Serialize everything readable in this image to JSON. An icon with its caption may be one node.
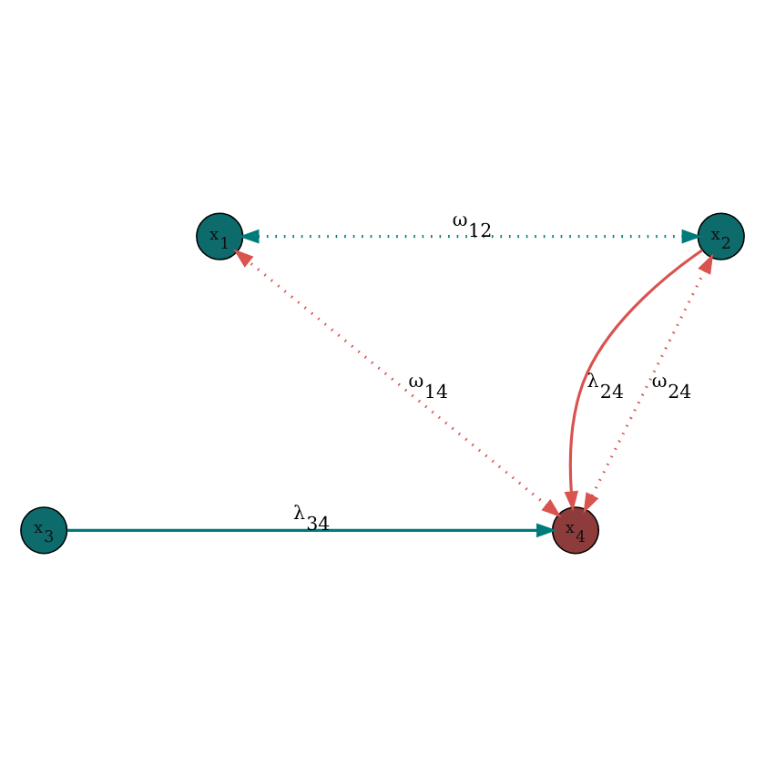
{
  "diagram": {
    "nodes": [
      {
        "text": [
          "x$_{1}$"
        ]
      },
      {
        "text": [
          "x$_{2}$"
        ]
      },
      {
        "text": [
          "x$_{3}$"
        ]
      },
      {
        "text": [
          "x$_{4}$"
        ]
      }
    ],
    "edges": [
      {
        "from": 0,
        "to": 1,
        "arrow": "both",
        "label": "ω$_{12}$",
        "style": "dashed",
        "color": "#007b7b"
      },
      {
        "from": 3,
        "to": 0,
        "arrow": "both",
        "label": "ω$_{14}$",
        "style": "dashed"
      },
      {
        "from": 1,
        "to": 3,
        "arrow": "to",
        "label": "λ$_{24}$"
      },
      {
        "from": 3,
        "to": 1,
        "arrow": "both",
        "label": "ω$_{24}$",
        "style": "dashed"
      },
      {
        "from": 2,
        "to": 3,
        "arrow": "to",
        "label": "λ$_{34}$",
        "color": "#007b7b"
      }
    ]
  }
}
